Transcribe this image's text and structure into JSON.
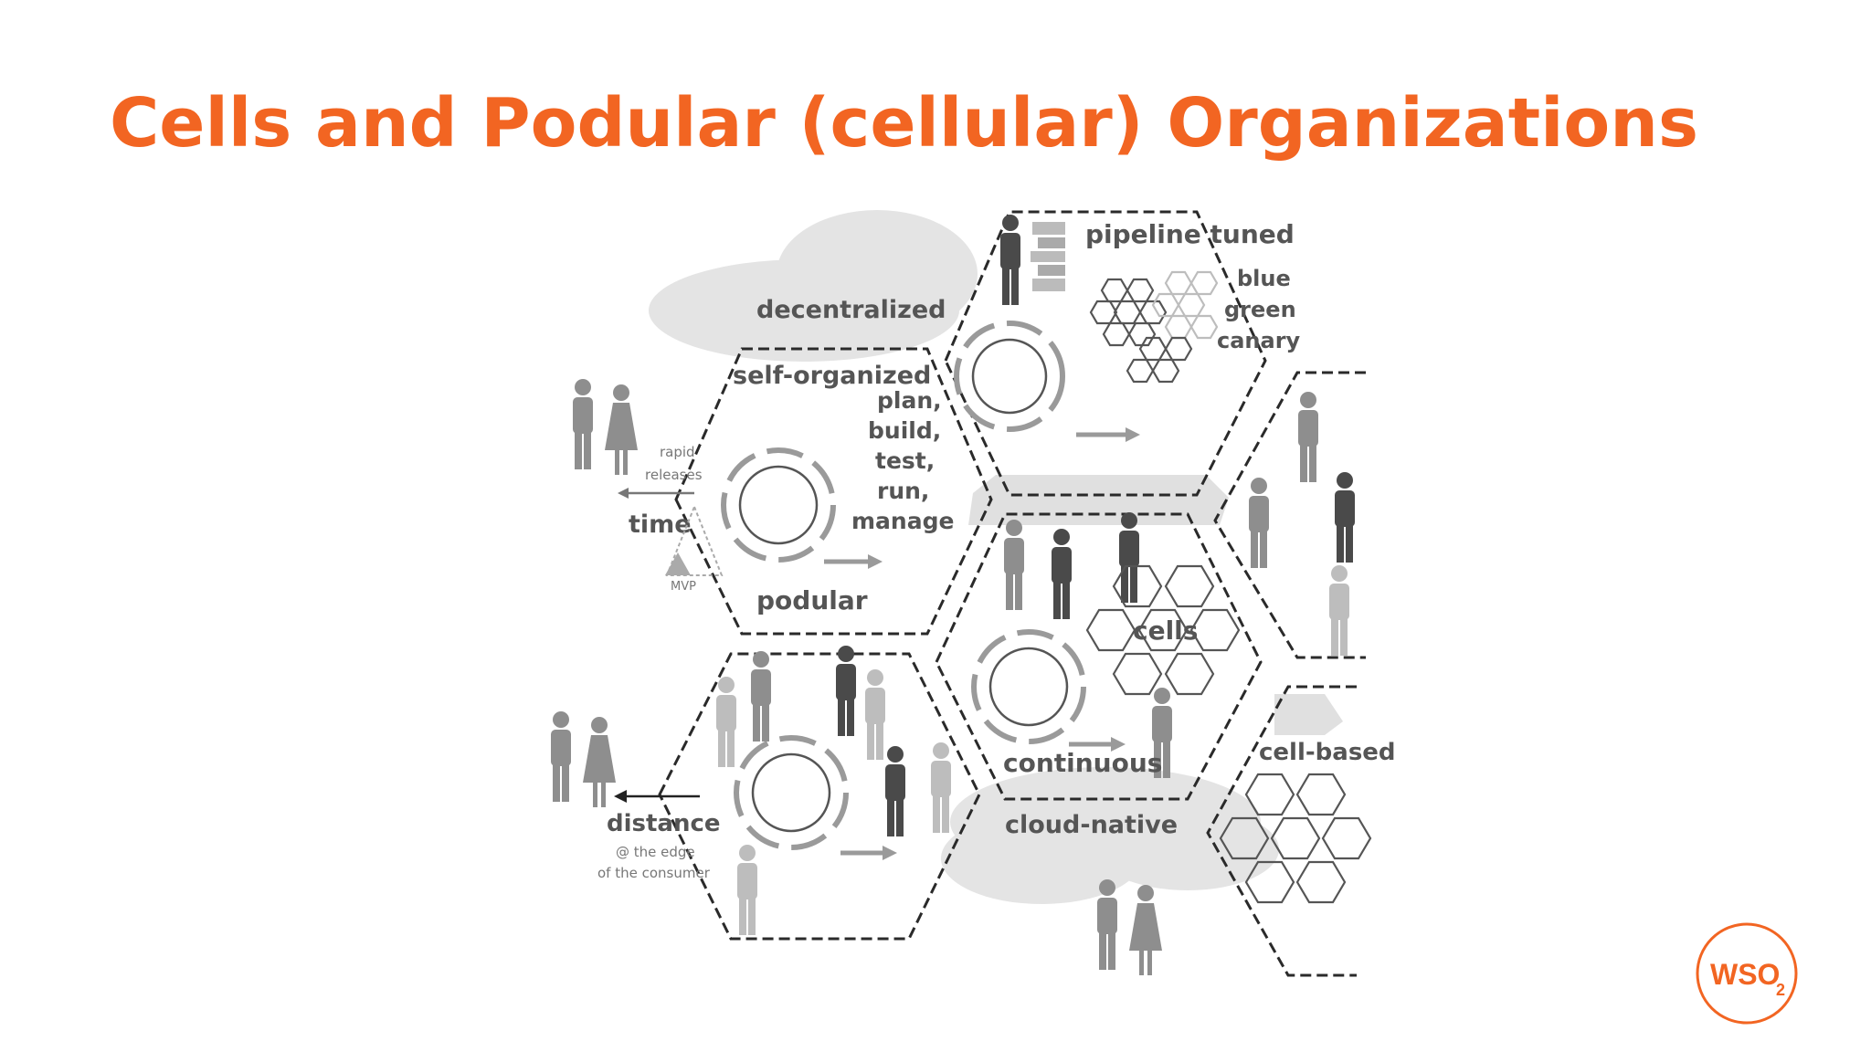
{
  "slide": {
    "title": "Cells and Podular (cellular) Organizations"
  },
  "diagram": {
    "top_cell": {
      "label": "pipeline tuned",
      "deploy_modes": [
        "blue",
        "green",
        "canary"
      ]
    },
    "left_cell": {
      "label_top": "self-organized",
      "label_bottom": "podular",
      "steps": [
        "plan,",
        "build,",
        "test,",
        "run,",
        "manage"
      ]
    },
    "center_cell": {
      "label_top": "cells",
      "label_bottom": "continuous"
    },
    "right_cell": {
      "label": "cell-based"
    },
    "outside_labels": {
      "decentralized": "decentralized",
      "cloud_native": "cloud-native",
      "time": "time",
      "rapid_releases_1": "rapid",
      "rapid_releases_2": "releases",
      "mvp": "MVP",
      "distance": "distance",
      "edge_1": "@ the edge",
      "edge_2": "of the consumer"
    }
  },
  "brand": {
    "logo_text": "WSO",
    "logo_sub": "2",
    "accent_color": "#f26522"
  }
}
